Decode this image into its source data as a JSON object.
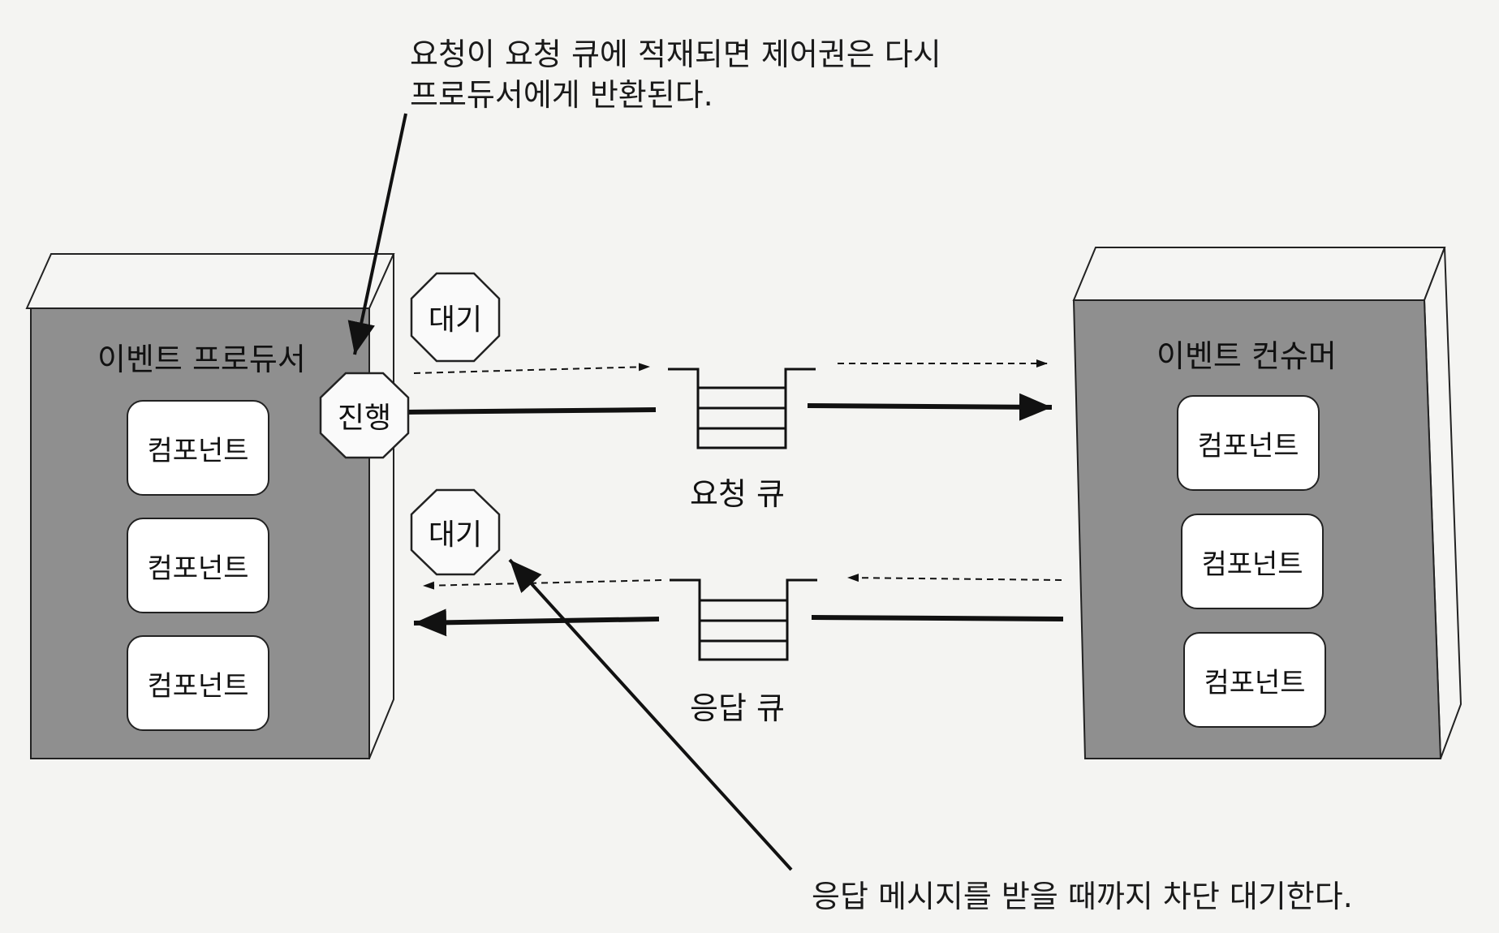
{
  "annotations": {
    "top_line1": "요청이 요청 큐에 적재되면 제어권은 다시",
    "top_line2": "프로듀서에게 반환된다.",
    "bottom": "응답 메시지를 받을 때까지 차단 대기한다."
  },
  "producer": {
    "title": "이벤트 프로듀서",
    "components": [
      "컴포넌트",
      "컴포넌트",
      "컴포넌트"
    ]
  },
  "consumer": {
    "title": "이벤트 컨슈머",
    "components": [
      "컴포넌트",
      "컴포넌트",
      "컴포넌트"
    ]
  },
  "queues": {
    "request": "요청 큐",
    "response": "응답 큐"
  },
  "badges": {
    "wait_top": "대기",
    "proceed": "진행",
    "wait_bottom": "대기"
  },
  "colors": {
    "box_face": "#8d8d8d",
    "box_side": "#f0f0ee",
    "line": "#111111"
  }
}
